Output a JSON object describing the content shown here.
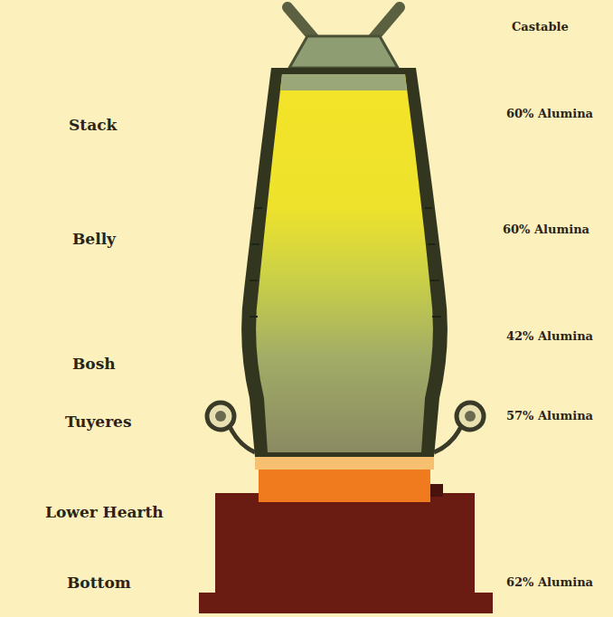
{
  "diagram": {
    "labels": [
      "Stack",
      "Belly",
      "Bosh",
      "Tuyeres",
      "Lower Hearth",
      "Bottom",
      "Castable",
      "60% Alumina",
      "60% Alumina",
      "42% Alumina",
      "57% Alumina",
      "62% Alumina"
    ]
  }
}
